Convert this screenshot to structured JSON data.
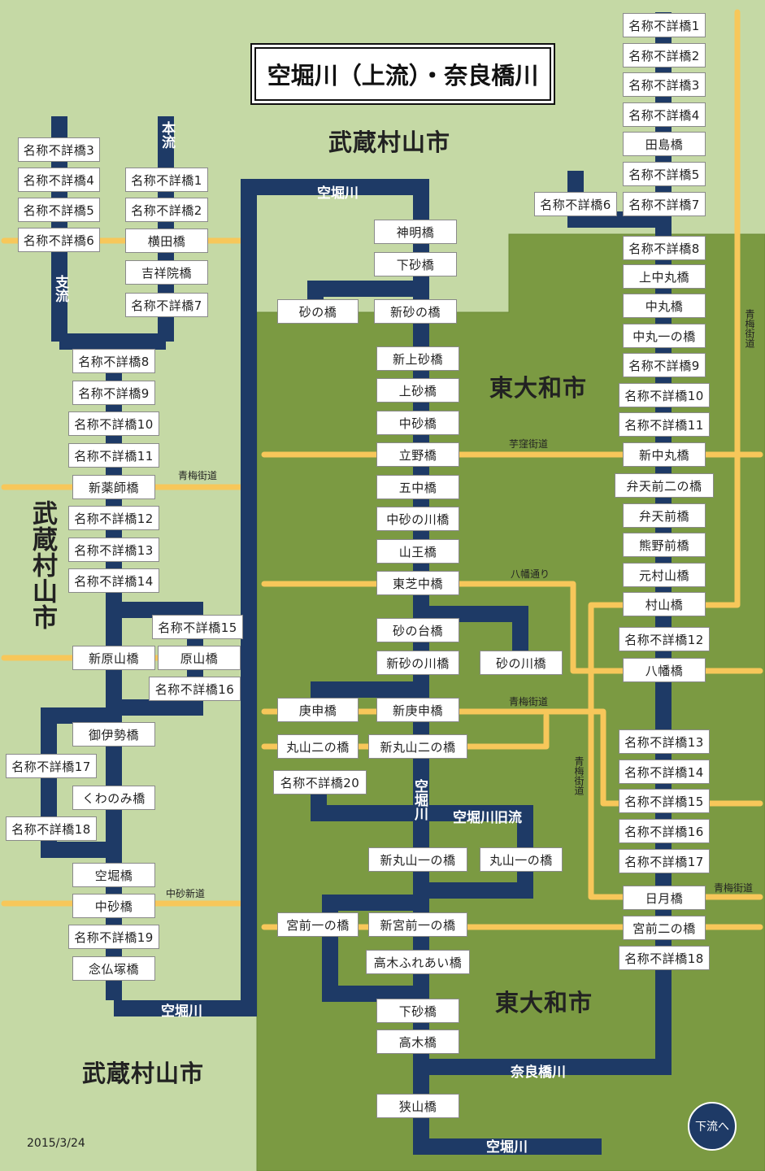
{
  "title": "空堀川（上流）・奈良橋川",
  "date": "2015/3/24",
  "downstream_button": "下流へ",
  "cities": {
    "musashimurayama_top": "武蔵村山市",
    "musashimurayama_left": "武蔵村山市",
    "musashimurayama_bottom": "武蔵村山市",
    "higashiyamato_upper": "東大和市",
    "higashiyamato_lower": "東大和市"
  },
  "rivers": {
    "honryu": "本流",
    "shiryu": "支流",
    "karabori_top": "空堀川",
    "karabori_left_bottom": "空堀川",
    "karabori_mid": "空堀川",
    "karabori_old": "空堀川旧流",
    "narahashi": "奈良橋川",
    "karabori_bottom": "空堀川"
  },
  "roads": {
    "ome_left": "青梅街道",
    "nakasuna_left": "中砂新道",
    "imokubo": "芋窪街道",
    "hachiman": "八幡通り",
    "ome_mid": "青梅街道",
    "ome_vertical_mid": "青梅街道",
    "ome_vertical_right": "青梅街道",
    "ome_right": "青梅街道"
  },
  "colors": {
    "river": "#1e3a66",
    "road": "#f7c75a",
    "musashimurayama_area": "#c5d9a5",
    "higashiyamato_area": "#7b9a42"
  },
  "bridges": {
    "left": [
      "名称不詳橋3",
      "名称不詳橋4",
      "名称不詳橋5",
      "名称不詳橋6",
      "名称不詳橋1",
      "名称不詳橋2",
      "横田橋",
      "吉祥院橋",
      "名称不詳橋7",
      "名称不詳橋8",
      "名称不詳橋9",
      "名称不詳橋10",
      "名称不詳橋11",
      "新薬師橋",
      "名称不詳橋12",
      "名称不詳橋13",
      "名称不詳橋14",
      "名称不詳橋15",
      "新原山橋",
      "原山橋",
      "名称不詳橋16",
      "御伊勢橋",
      "名称不詳橋17",
      "くわのみ橋",
      "名称不詳橋18",
      "空堀橋",
      "中砂橋",
      "名称不詳橋19",
      "念仏塚橋"
    ],
    "middle": [
      "神明橋",
      "下砂橋",
      "砂の橋",
      "新砂の橋",
      "新上砂橋",
      "上砂橋",
      "中砂橋",
      "立野橋",
      "五中橋",
      "中砂の川橋",
      "山王橋",
      "東芝中橋",
      "砂の台橋",
      "新砂の川橋",
      "砂の川橋",
      "庚申橋",
      "新庚申橋",
      "丸山二の橋",
      "新丸山二の橋",
      "名称不詳橋20",
      "新丸山一の橋",
      "丸山一の橋",
      "宮前一の橋",
      "新宮前一の橋",
      "高木ふれあい橋",
      "下砂橋",
      "高木橋",
      "狭山橋"
    ],
    "right": [
      "名称不詳橋1",
      "名称不詳橋2",
      "名称不詳橋3",
      "名称不詳橋4",
      "田島橋",
      "名称不詳橋5",
      "名称不詳橋6",
      "名称不詳橋7",
      "名称不詳橋8",
      "上中丸橋",
      "中丸橋",
      "中丸一の橋",
      "名称不詳橋9",
      "名称不詳橋10",
      "名称不詳橋11",
      "新中丸橋",
      "弁天前二の橋",
      "弁天前橋",
      "熊野前橋",
      "元村山橋",
      "村山橋",
      "名称不詳橋12",
      "八幡橋",
      "名称不詳橋13",
      "名称不詳橋14",
      "名称不詳橋15",
      "名称不詳橋16",
      "名称不詳橋17",
      "日月橋",
      "宮前二の橋",
      "名称不詳橋18"
    ]
  }
}
